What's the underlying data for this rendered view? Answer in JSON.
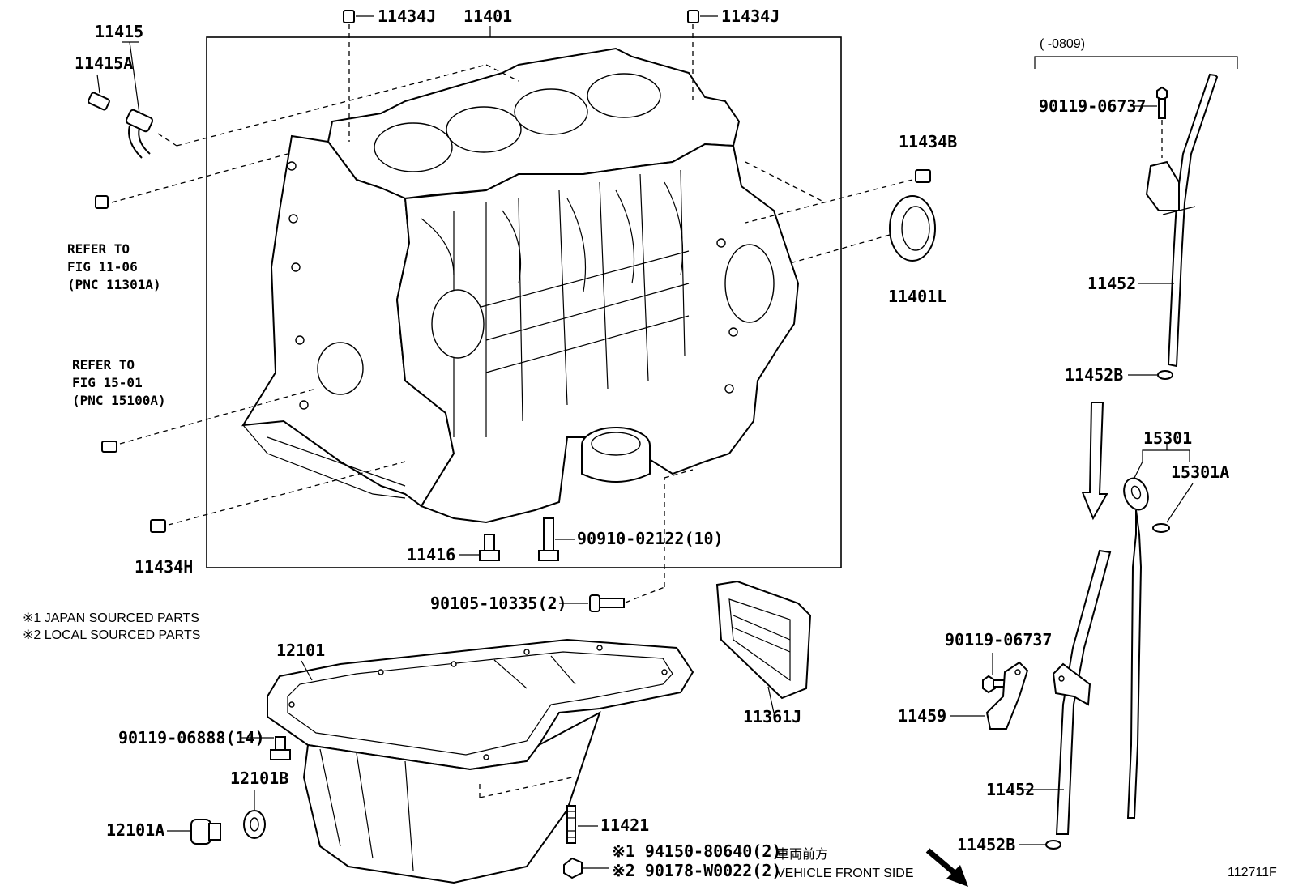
{
  "labels": {
    "p11415": "11415",
    "p11415A": "11415A",
    "p11434J_left": "11434J",
    "p11401": "11401",
    "p11434J_right": "11434J",
    "p11434B": "11434B",
    "p11401L": "11401L",
    "p11434H": "11434H",
    "p11416": "11416",
    "p90910": "90910-02122(10)",
    "p90105": "90105-10335(2)",
    "p12101": "12101",
    "p90119_06888": "90119-06888(14)",
    "p12101B": "12101B",
    "p12101A": "12101A",
    "p11421": "11421",
    "p94150": "※1 94150-80640(2)",
    "p90178": "※2 90178-W0022(2)",
    "p11361J": "11361J",
    "p90119_06737_top": "90119-06737",
    "p11452_top": "11452",
    "p11452B_top": "11452B",
    "p15301": "15301",
    "p15301A": "15301A",
    "p90119_06737_bottom": "90119-06737",
    "p11459": "11459",
    "p11452_bottom": "11452",
    "p11452B_bottom": "11452B",
    "date_range": "(    -0809)"
  },
  "references": {
    "ref1_line1": "REFER TO",
    "ref1_line2": "FIG 11-06",
    "ref1_line3": "(PNC 11301A)",
    "ref2_line1": "REFER TO",
    "ref2_line2": "FIG 15-01",
    "ref2_line3": "(PNC 15100A)"
  },
  "notes": {
    "japan_sourced": "※1 JAPAN SOURCED PARTS",
    "local_sourced": "※2 LOCAL SOURCED PARTS"
  },
  "front_side": {
    "japanese": "車両前方",
    "english": "VEHICLE FRONT SIDE"
  },
  "figure_id": "112711F"
}
